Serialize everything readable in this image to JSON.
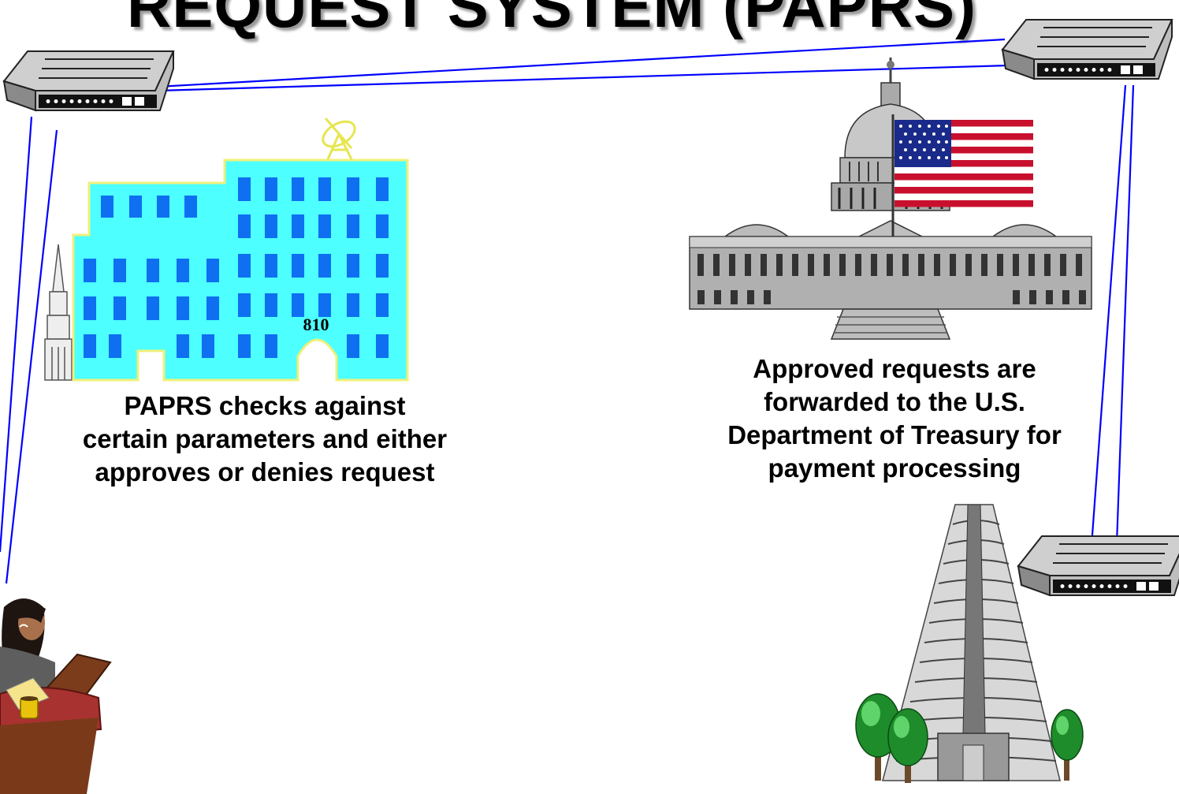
{
  "title": "REQUEST SYSTEM (PAPRS)",
  "building_number": "810",
  "captions": {
    "paprs": [
      "PAPRS checks against",
      "certain parameters and either",
      "approves or denies request"
    ],
    "treasury": [
      "Approved requests are",
      "forwarded to the U.S.",
      "Department of Treasury for",
      "payment processing"
    ]
  },
  "colors": {
    "connection_line": "#0000ff",
    "building_wall": "#4dffff",
    "building_window": "#0e6ff0",
    "building_outline": "#f0f07a",
    "modem_body": "#d6d6d6"
  },
  "icons": [
    "modem-icon",
    "office-building-icon",
    "satellite-dish-icon",
    "capitol-icon",
    "us-flag-icon",
    "office-worker-icon",
    "skyscraper-icon"
  ]
}
